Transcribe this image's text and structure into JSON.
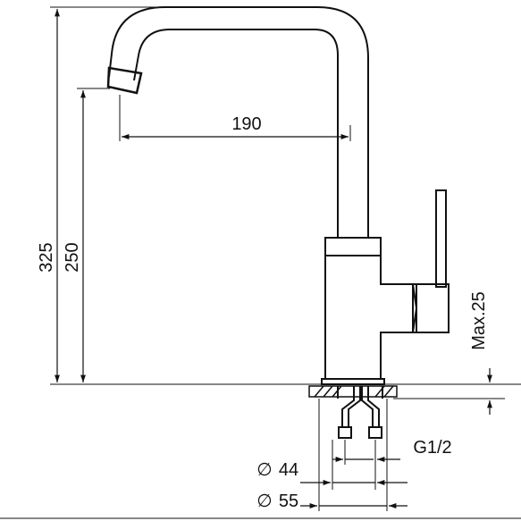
{
  "dimensions": {
    "spout_reach": "190",
    "total_height": "325",
    "spout_height": "250",
    "max_deck": "Max.25",
    "thread": "G1/2",
    "hole_44": "44",
    "hole_55": "55",
    "diameter_symbol": "∅"
  }
}
